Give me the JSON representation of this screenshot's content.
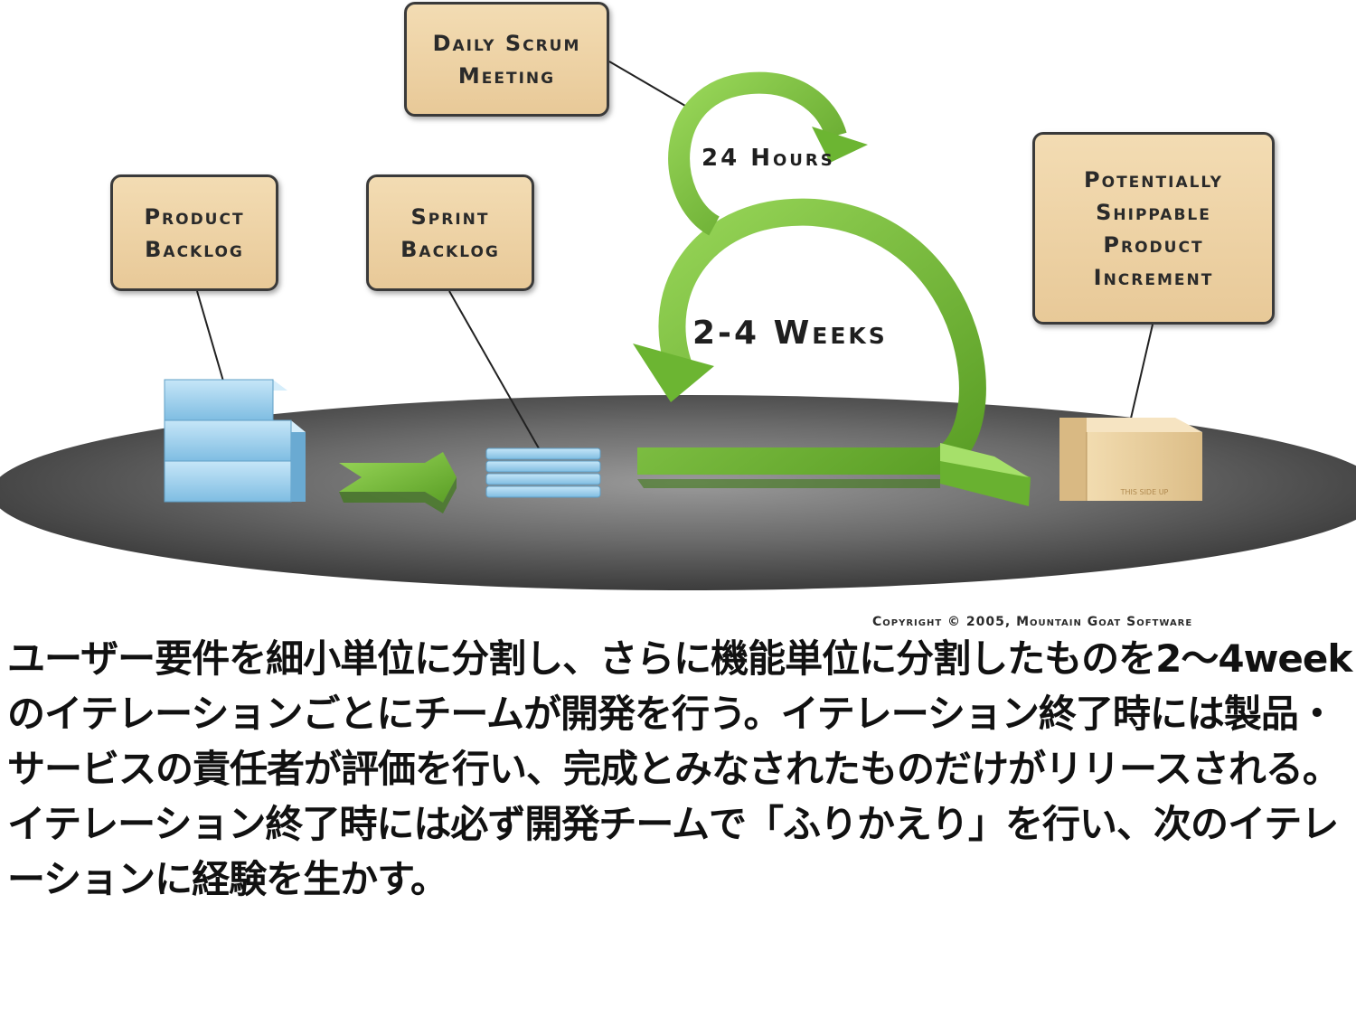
{
  "diagram": {
    "daily_scrum_label": "Daily Scrum\nMeeting",
    "product_backlog_label": "Product\nBacklog",
    "sprint_backlog_label": "Sprint\nBacklog",
    "increment_label": "Potentially\nShippable\nProduct\nIncrement",
    "daily_cycle_label": "24 Hours",
    "sprint_cycle_label": "2-4 Weeks",
    "box_stamp": "THIS SIDE UP",
    "copyright": "Copyright © 2005, Mountain Goat Software"
  },
  "colors": {
    "arrow_green": "#7cc242",
    "arrow_green_dark": "#4e8f1f",
    "backlog_blue": "#9fd0ee",
    "label_beige": "#efd5a8",
    "platform_gray": "#6e6e6e",
    "carton_tan": "#e9cf9f"
  },
  "description": "ユーザー要件を細小単位に分割し、さらに機能単位に分割したものを2〜4weekのイテレーションごとにチームが開発を行う。イテレーション終了時には製品・サービスの責任者が評価を行い、完成とみなされたものだけがリリースされる。イテレーション終了時には必ず開発チームで「ふりかえり」を行い、次のイテレーションに経験を生かす。"
}
